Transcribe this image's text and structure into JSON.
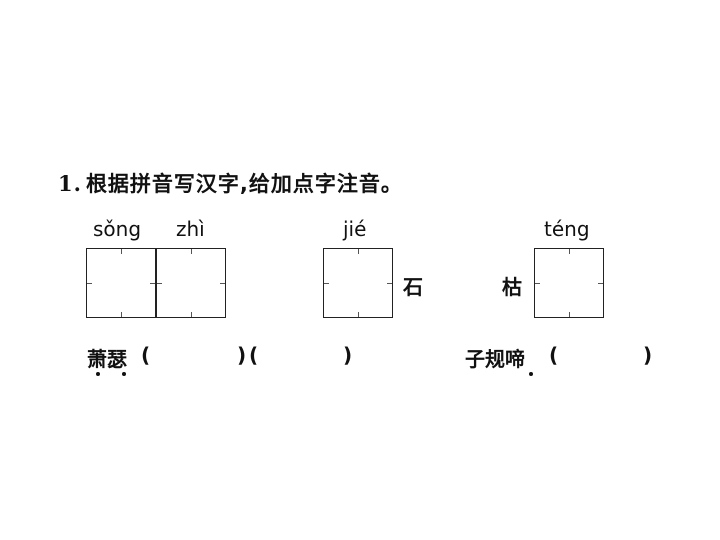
{
  "question": {
    "number": "1.",
    "instruction": "根据拼音写汉字,给加点字注音。"
  },
  "pinyin": {
    "p1": "sǒng",
    "p2": "zhì",
    "p3": "jié",
    "p4": "téng"
  },
  "chars": {
    "shi": "石",
    "ku": "枯"
  },
  "annotation": {
    "word1": "萧瑟",
    "paren1_open": "(",
    "paren1_close": ")",
    "paren2_open": "(",
    "paren2_close": ")",
    "word2": "子规啼",
    "paren3_open": "(",
    "paren3_close": ")"
  }
}
